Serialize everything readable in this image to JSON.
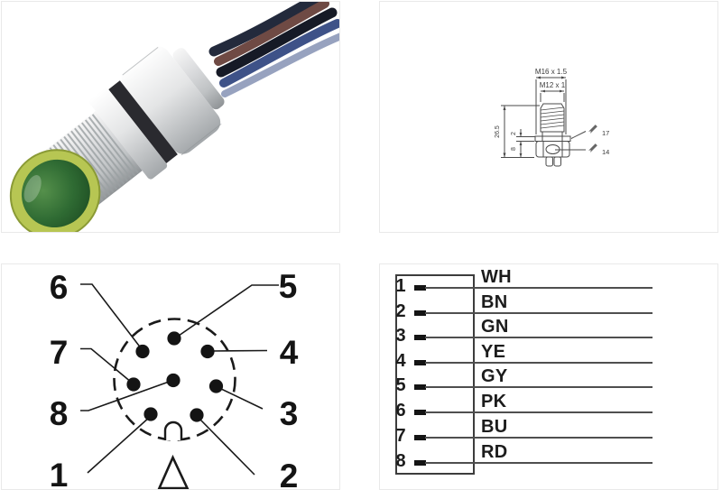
{
  "page": {
    "background": "#ffffff",
    "panel_border_color": "#e9e9e9"
  },
  "photo": {
    "alt": "M12 male panel-mount flange connector with wire leads",
    "colors": {
      "body_silver": "#d9dadb",
      "face_ring_green": "#b7c653",
      "face_inner_green": "#2f6b33",
      "o_ring_black": "#2a2a2f",
      "wire_colors": [
        "#232a3c",
        "#6f4a44",
        "#161a26",
        "#3e5288",
        "#97a2bf"
      ]
    }
  },
  "dimension_drawing": {
    "thread_outer_label": "M16 x 1.5",
    "thread_inner_label": "M12 x 1",
    "overall_length": "26.5",
    "gasket_thickness": "2",
    "rear_length": "8",
    "wrench_size_front": "17",
    "wrench_size_rear": "14"
  },
  "pin_layout": {
    "pins": [
      "1",
      "2",
      "3",
      "4",
      "5",
      "6",
      "7",
      "8"
    ]
  },
  "wiring": {
    "rows": [
      {
        "pin": "1",
        "color_code": "WH"
      },
      {
        "pin": "2",
        "color_code": "BN"
      },
      {
        "pin": "3",
        "color_code": "GN"
      },
      {
        "pin": "4",
        "color_code": "YE"
      },
      {
        "pin": "5",
        "color_code": "GY"
      },
      {
        "pin": "6",
        "color_code": "PK"
      },
      {
        "pin": "7",
        "color_code": "BU"
      },
      {
        "pin": "8",
        "color_code": "RD"
      }
    ]
  }
}
